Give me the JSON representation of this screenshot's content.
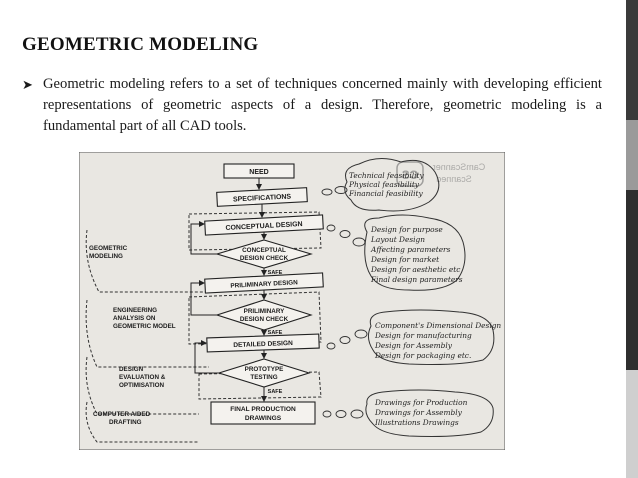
{
  "slide": {
    "title": "GEOMETRIC MODELING",
    "bullet_text": "Geometric modeling refers to a set of techniques concerned mainly with developing efficient representations of geometric aspects of a design. Therefore, geometric modeling is a fundamental part of all CAD tools."
  },
  "colors": {
    "accent_dark": "#2b2b2b",
    "accent_mid": "#8a8a8a",
    "scan_background": "#e9e7e2"
  },
  "figure": {
    "watermark": {
      "brand": "CamScanner",
      "line2": "Scanned"
    },
    "flow": {
      "need": "NEED",
      "specifications": "SPECIFICATIONS",
      "conceptual_design": "CONCEPTUAL DESIGN",
      "conceptual_check_1": "CONCEPTUAL",
      "conceptual_check_2": "DESIGN CHECK",
      "safe": "SAFE",
      "preliminary_design": "PRILIMINARY DESIGN",
      "preliminary_check_1": "PRILIMINARY",
      "preliminary_check_2": "DESIGN CHECK",
      "detailed_design": "DETAILED DESIGN",
      "prototype_1": "PROTOTYPE",
      "prototype_2": "TESTING",
      "final_1": "FINAL PRODUCTION",
      "final_2": "DRAWINGS"
    },
    "left_labels": {
      "geometric_1": "GEOMETRIC",
      "geometric_2": "MODELING",
      "engineering_1": "ENGINEERING",
      "engineering_2": "ANALYSIS ON",
      "engineering_3": "GEOMETRIC MODEL",
      "design_eval_1": "DESIGN",
      "design_eval_2": "EVALUATION &",
      "design_eval_3": "OPTIMISATION",
      "cad_1": "COMPUTER AIDED",
      "cad_2": "DRAFTING"
    },
    "notes": {
      "feasibility": [
        "Technical feasibility",
        "Physical feasibility",
        "Financial feasibility"
      ],
      "conceptual": [
        "Design for purpose",
        "Layout Design",
        "Affecting parameters",
        "Design for market",
        "Design for aesthetic etc",
        "Final design parameters"
      ],
      "detailed": [
        "Component's Dimensional Design",
        "Design for manufacturing",
        "Design for Assembly",
        "Design for packaging etc."
      ],
      "drafting": [
        "Drawings for Production",
        "Drawings for Assembly",
        "Illustrations Drawings"
      ]
    }
  }
}
